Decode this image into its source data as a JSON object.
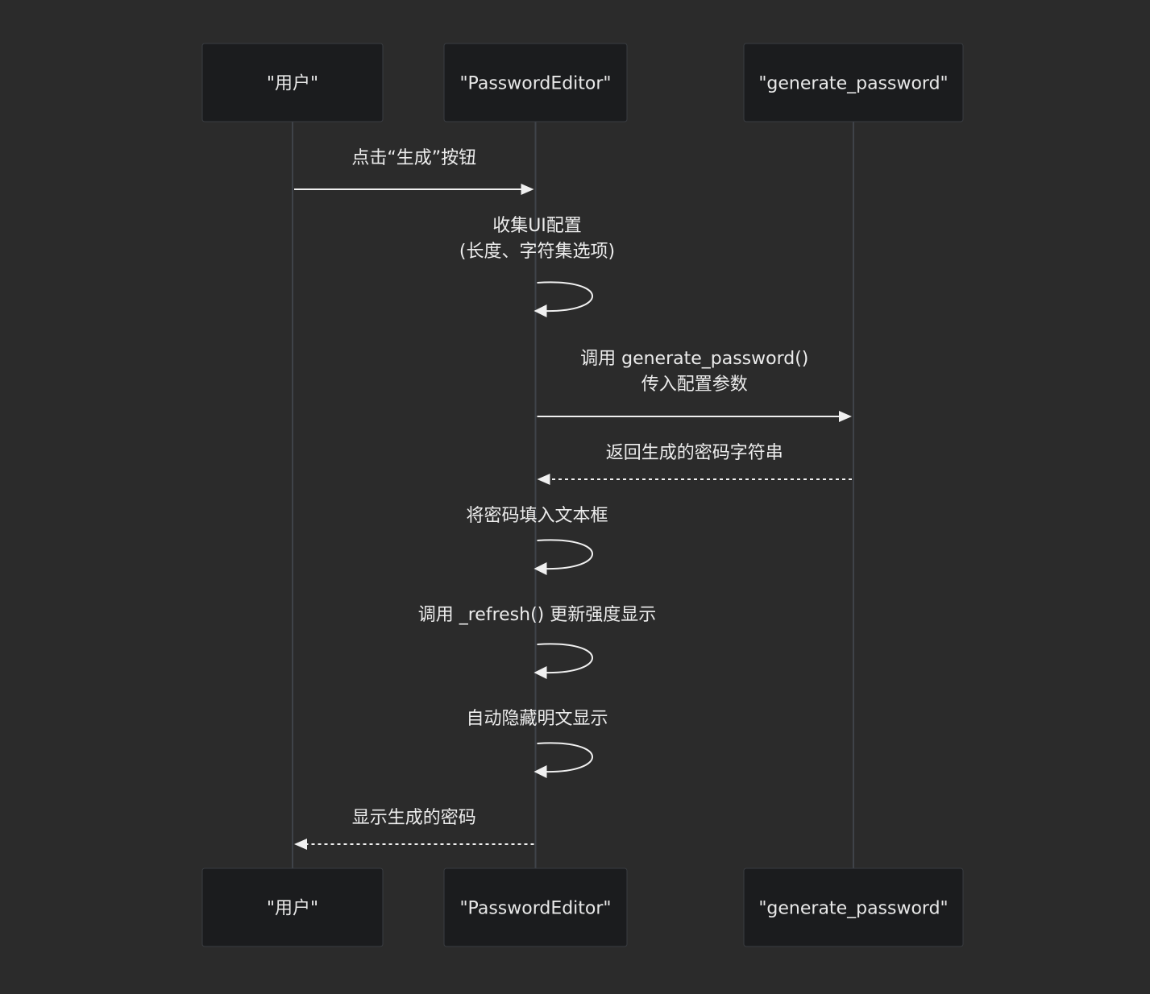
{
  "diagram": {
    "type": "sequence",
    "colors": {
      "background": "#2b2b2b",
      "actor_fill": "#1b1c1e",
      "actor_stroke": "#3a3d42",
      "lifeline": "#3f4349",
      "arrow": "#f0f0f0",
      "text": "#ececec"
    },
    "participants": [
      {
        "id": "user",
        "label": "\"用户\""
      },
      {
        "id": "editor",
        "label": "\"PasswordEditor\""
      },
      {
        "id": "gen",
        "label": "\"generate_password\""
      }
    ],
    "messages": [
      {
        "from": "user",
        "to": "editor",
        "style": "solid",
        "lines": [
          "点击“生成”按钮"
        ]
      },
      {
        "from": "editor",
        "to": "editor",
        "style": "solid",
        "lines": [
          "收集UI配置",
          "(长度、字符集选项)"
        ]
      },
      {
        "from": "editor",
        "to": "gen",
        "style": "solid",
        "lines": [
          "调用 generate_password()",
          "传入配置参数"
        ]
      },
      {
        "from": "gen",
        "to": "editor",
        "style": "dashed",
        "lines": [
          "返回生成的密码字符串"
        ]
      },
      {
        "from": "editor",
        "to": "editor",
        "style": "solid",
        "lines": [
          "将密码填入文本框"
        ]
      },
      {
        "from": "editor",
        "to": "editor",
        "style": "solid",
        "lines": [
          "调用 _refresh() 更新强度显示"
        ]
      },
      {
        "from": "editor",
        "to": "editor",
        "style": "solid",
        "lines": [
          "自动隐藏明文显示"
        ]
      },
      {
        "from": "editor",
        "to": "user",
        "style": "dashed",
        "lines": [
          "显示生成的密码"
        ]
      }
    ]
  }
}
